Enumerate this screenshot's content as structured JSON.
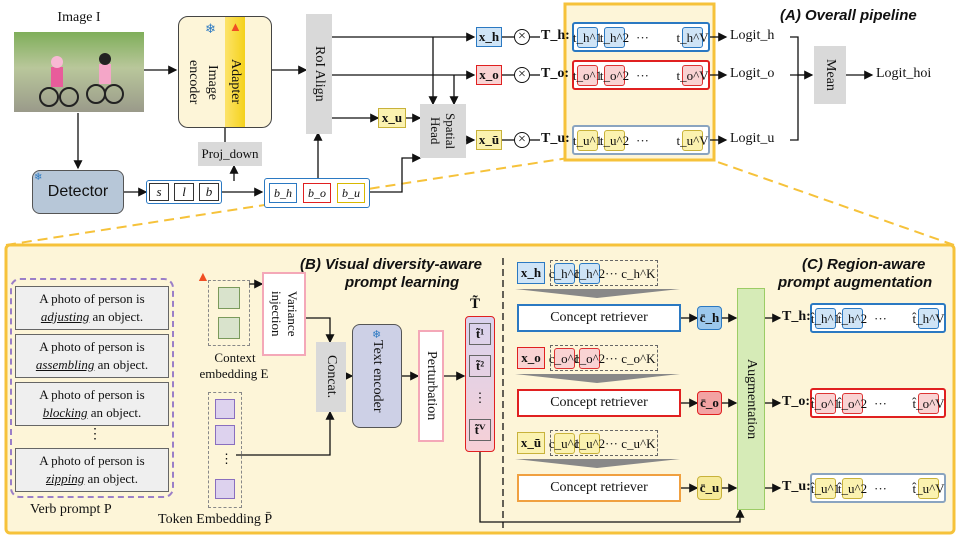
{
  "sections": {
    "a": "(A) Overall pipeline",
    "b_line1": "(B) Visual diversity-aware",
    "b_line2": "prompt learning",
    "c_line1": "(C) Region-aware",
    "c_line2": "prompt augmentation"
  },
  "pipeline": {
    "image_label": "Image I",
    "adapter": "Adapter",
    "image_encoder_l1": "Image",
    "image_encoder_l2": "encoder",
    "roi_align": "RoI Align",
    "proj_down": "Proj_down",
    "detector": "Detector",
    "det_out": [
      "s",
      "l",
      "b"
    ],
    "boxes": [
      "b_h",
      "b_o",
      "b_u"
    ],
    "xu": "x_u",
    "spatial_head_l1": "Spatial",
    "spatial_head_l2": "Head",
    "rows": [
      {
        "x": "x_h",
        "T": "T_h:",
        "t": [
          "t_h^1",
          "t_h^2",
          "···",
          "t_h^V"
        ],
        "logit": "Logit_h"
      },
      {
        "x": "x_o",
        "T": "T_o:",
        "t": [
          "t_o^1",
          "t_o^2",
          "···",
          "t_o^V"
        ],
        "logit": "Logit_o"
      },
      {
        "x": "x_ū",
        "T": "T_u:",
        "t": [
          "t_u^1",
          "t_u^2",
          "···",
          "t_u^V"
        ],
        "logit": "Logit_u"
      }
    ],
    "mean": "Mean",
    "logit_hoi": "Logit_hoi"
  },
  "prompts": [
    {
      "pre": "A photo of person is",
      "verb": "adjusting",
      "post": "an object."
    },
    {
      "pre": "A photo of person is",
      "verb": "assembling",
      "post": "an object."
    },
    {
      "pre": "A photo of person is",
      "verb": "blocking",
      "post": "an object."
    },
    {
      "pre": "A photo of person is",
      "verb": "zipping",
      "post": "an object."
    }
  ],
  "vdots": "⋮",
  "verb_prompt": "Verb prompt P",
  "token_embedding": "Token Embedding P̄",
  "context_embedding_l1": "Context",
  "context_embedding_l2": "embedding E",
  "variance_injection_l1": "Variance",
  "variance_injection_l2": "injection",
  "concat": "Concat.",
  "text_encoder_l1": "Text",
  "text_encoder_l2": "encoder",
  "perturbation": "Perturbation",
  "t_tilde": "T̃",
  "t_tokens": [
    "t̃¹",
    "t̃²",
    "⋮",
    "t̃ⱽ"
  ],
  "concept_retriever": "Concept retriever",
  "augmentation": "Augmentation",
  "concept_rows": [
    {
      "x": "x_h",
      "c": [
        "c_h^1",
        "c_h^2",
        "··· c_h^K"
      ],
      "cbar": "c̄_h",
      "T": "T_h:",
      "t": [
        "t̂_h^1",
        "t̂_h^2",
        "···",
        "t̂_h^V"
      ]
    },
    {
      "x": "x_o",
      "c": [
        "c_o^1",
        "c_o^2",
        "··· c_o^K"
      ],
      "cbar": "c̄_o",
      "T": "T_o:",
      "t": [
        "t̂_o^1",
        "t̂_o^2",
        "···",
        "t̂_o^V"
      ]
    },
    {
      "x": "x_ū",
      "c": [
        "c_u^1",
        "c_u^2",
        "··· c_u^K"
      ],
      "cbar": "c̄_u",
      "T": "T_u:",
      "t": [
        "t̂_u^1",
        "t̂_u^2",
        "···",
        "t̂_u^V"
      ]
    }
  ],
  "colors": {
    "blue": "#2b79c2",
    "red": "#e02020",
    "yellow": "#d8b800",
    "orange_panel": "#f6c23a",
    "green": "#9ccc65"
  }
}
